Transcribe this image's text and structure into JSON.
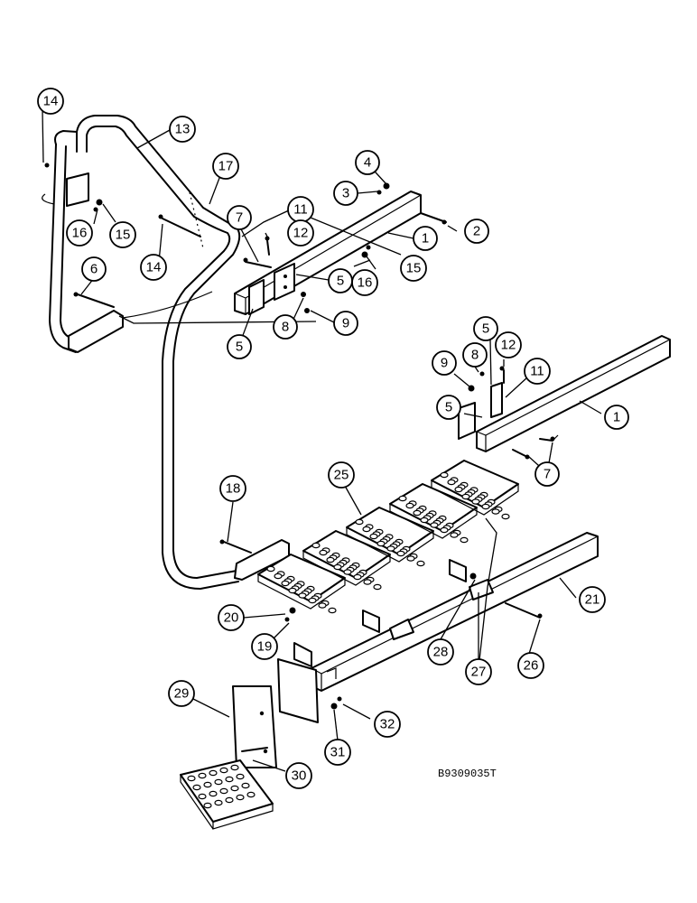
{
  "drawing_code": "B9309035T",
  "callouts": [
    {
      "label": "14"
    },
    {
      "label": "13"
    },
    {
      "label": "17"
    },
    {
      "label": "16"
    },
    {
      "label": "15"
    },
    {
      "label": "14"
    },
    {
      "label": "6"
    },
    {
      "label": "7"
    },
    {
      "label": "11"
    },
    {
      "label": "12"
    },
    {
      "label": "4"
    },
    {
      "label": "3"
    },
    {
      "label": "2"
    },
    {
      "label": "1"
    },
    {
      "label": "15"
    },
    {
      "label": "16"
    },
    {
      "label": "5"
    },
    {
      "label": "9"
    },
    {
      "label": "8"
    },
    {
      "label": "5"
    },
    {
      "label": "5"
    },
    {
      "label": "12"
    },
    {
      "label": "8"
    },
    {
      "label": "9"
    },
    {
      "label": "11"
    },
    {
      "label": "5"
    },
    {
      "label": "1"
    },
    {
      "label": "7"
    },
    {
      "label": "18"
    },
    {
      "label": "25"
    },
    {
      "label": "21"
    },
    {
      "label": "20"
    },
    {
      "label": "19"
    },
    {
      "label": "28"
    },
    {
      "label": "27"
    },
    {
      "label": "26"
    },
    {
      "label": "29"
    },
    {
      "label": "32"
    },
    {
      "label": "31"
    },
    {
      "label": "30"
    }
  ]
}
